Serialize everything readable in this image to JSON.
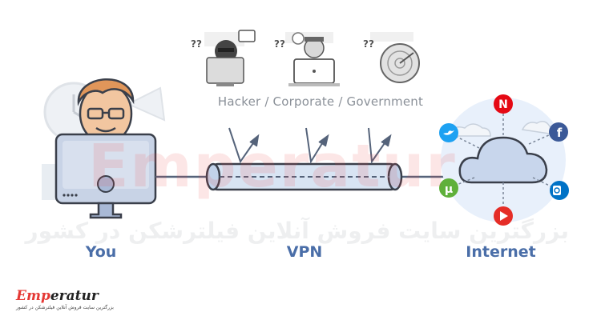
{
  "diagram": {
    "caption": "Hacker / Corporate / Government",
    "labels": {
      "you": "You",
      "vpn": "VPN",
      "internet": "Internet"
    },
    "unknown_mark": "??",
    "watchers": [
      "hacker",
      "corporate",
      "government"
    ],
    "internet_services": [
      "netflix-icon",
      "facebook-icon",
      "outlook-icon",
      "youtube-icon",
      "utorrent-icon",
      "twitter-icon"
    ],
    "colors": {
      "accent": "#4a6ea8",
      "netflix": "#e50914",
      "twitter": "#1da1f2",
      "facebook": "#3b5998",
      "youtube": "#e52d27",
      "utorrent": "#5fb03a",
      "outlook": "#0072c6"
    }
  },
  "watermark": {
    "brand": "Emperatur",
    "brand_em": "Emp",
    "brand_rest": "eratur",
    "tagline": "بزرگترین سایت فروش آنلاین فیلترشکن در کشور"
  }
}
